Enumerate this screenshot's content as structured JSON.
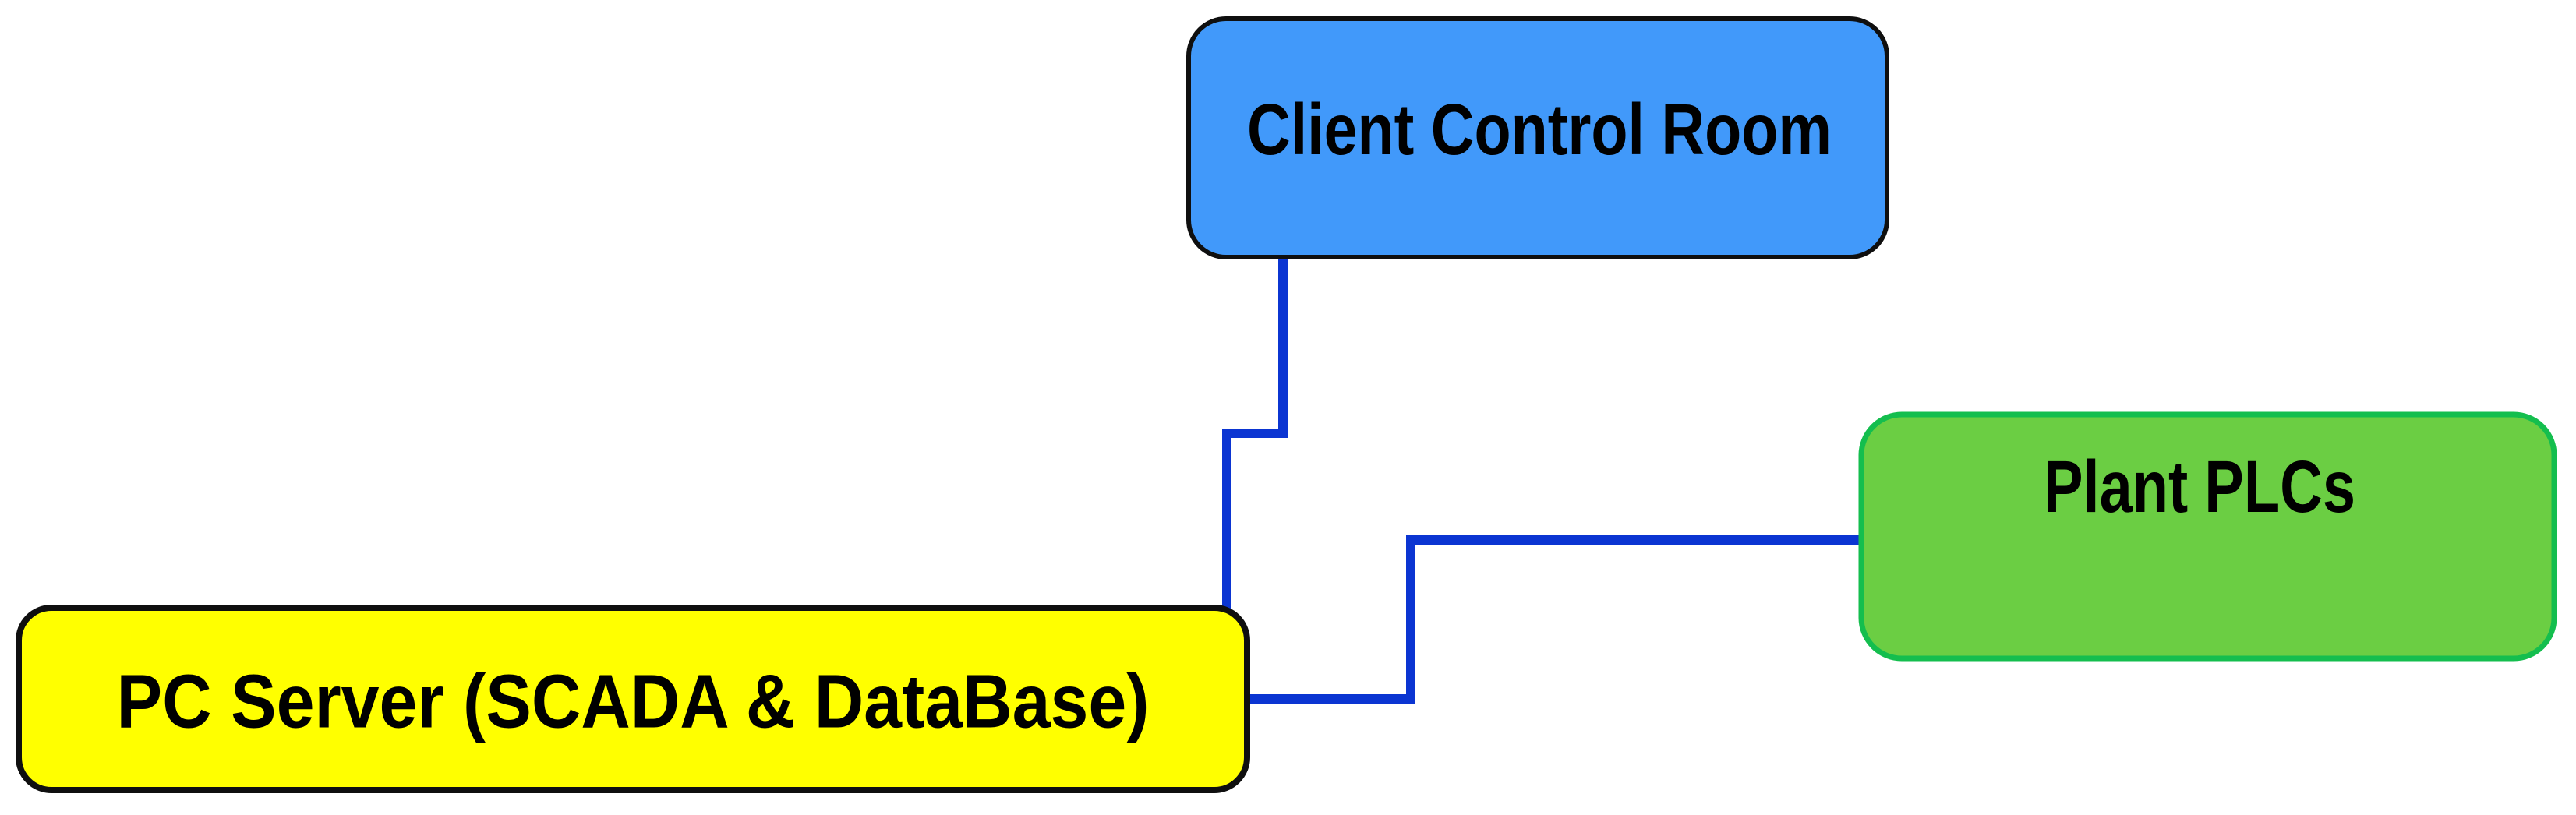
{
  "diagram": {
    "background_color": "#FFFFFF",
    "connector_color": "#0B35D2",
    "nodes": {
      "client_control_room": {
        "label": "Client Control Room",
        "fill_color": "#4199FA",
        "border_color": "#0F0F0F",
        "text_color": "#000000"
      },
      "plant_plcs": {
        "label": "Plant PLCs",
        "fill_color": "#6BCE43",
        "border_color": "#14BE4E",
        "text_color": "#000000"
      },
      "pc_server": {
        "label": "PC Server (SCADA & DataBase)",
        "fill_color": "#FFFF00",
        "border_color": "#0F0F0F",
        "text_color": "#000000"
      }
    },
    "connectors": [
      {
        "id": "client-control-room-to-pc-server",
        "from": "client_control_room",
        "to": "pc_server",
        "style": "elbow"
      },
      {
        "id": "pc-server-to-plant-plcs",
        "from": "pc_server",
        "to": "plant_plcs",
        "style": "elbow"
      }
    ]
  }
}
